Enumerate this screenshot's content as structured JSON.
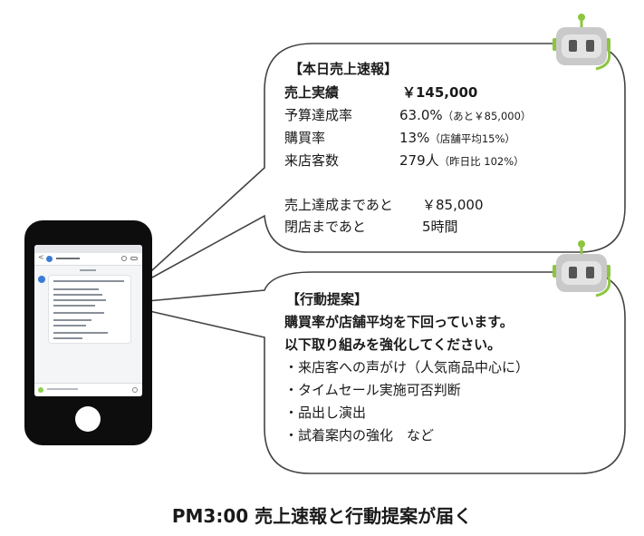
{
  "report": {
    "title": "【本日売上速報】",
    "sales_label": "売上実績",
    "sales_value": "￥145,000",
    "budget_label": "予算達成率",
    "budget_value": "63.0%",
    "budget_note": "（あと￥85,000）",
    "purchase_label": "購買率",
    "purchase_value": "13%",
    "purchase_note": "（店舗平均15%）",
    "visitors_label": "来店客数",
    "visitors_value": "279人",
    "visitors_note": "（昨日比 102%）",
    "remaining_sales_label": "売上達成まであと",
    "remaining_sales_value": "￥85,000",
    "closing_label": "閉店まであと",
    "closing_value": "5時間"
  },
  "proposal": {
    "title": "【行動提案】",
    "lead_line1": "購買率が店舗平均を下回っています。",
    "lead_line2": "以下取り組みを強化してください。",
    "items": [
      "・来店客への声がけ（人気商品中心に）",
      "・タイムセール実施可否判断",
      "・品出し演出",
      "・試着案内の強化　など"
    ]
  },
  "caption": "PM3:00 売上速報と行動提案が届く",
  "icons": {
    "robot": "robot-icon",
    "phone": "smartphone-icon"
  },
  "colors": {
    "robot_body": "#c9c9c9",
    "robot_accent": "#8cc63f",
    "robot_face": "#555555",
    "phone_body": "#0d0d0d"
  }
}
